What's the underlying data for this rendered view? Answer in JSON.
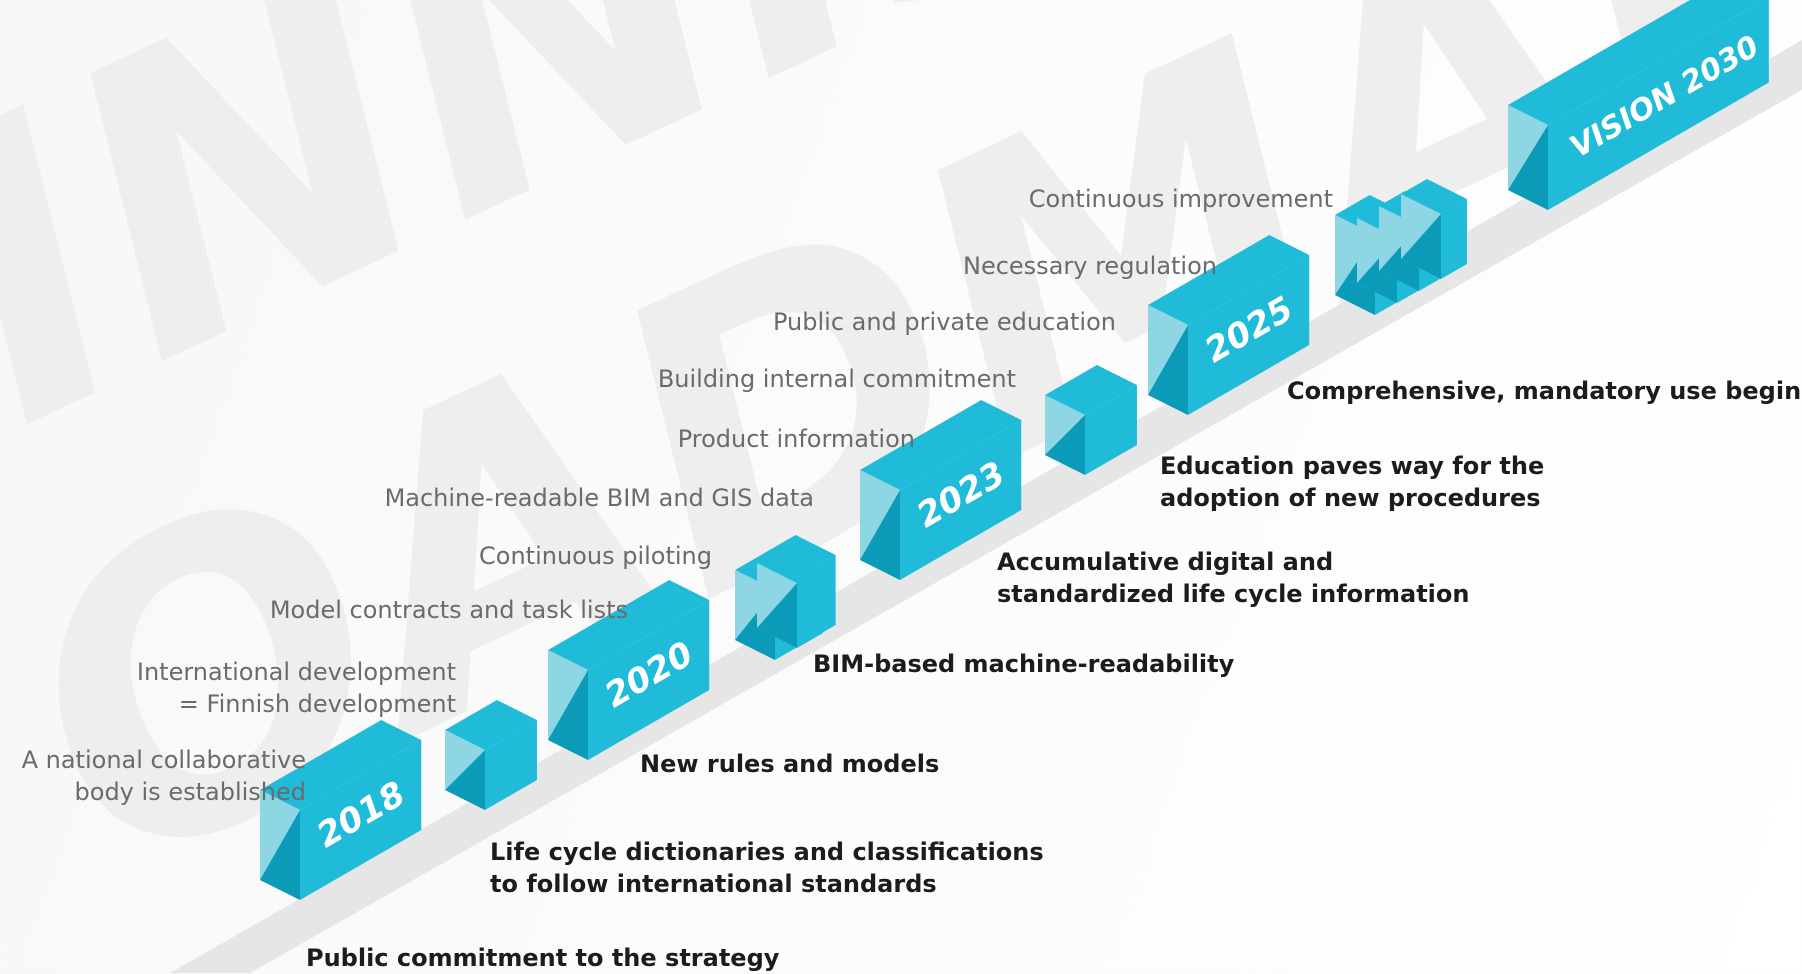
{
  "background_text": [
    "INNIS",
    "OADMAI"
  ],
  "colors": {
    "cube_top": "#1fbbd8",
    "cube_front": "#8fd6e4",
    "cube_side": "#0c9ab9",
    "track": "#e6e6e6",
    "top_label": "#6b6b6b",
    "bottom_label": "#1c1c1c"
  },
  "milestones": [
    {
      "year": "2018",
      "bottom": [
        "Public commitment to the strategy"
      ]
    },
    {
      "year": "",
      "bottom": [
        "Life cycle dictionaries and classifications",
        "to follow international standards"
      ]
    },
    {
      "year": "2020",
      "bottom": [
        "New rules and models"
      ]
    },
    {
      "year": "",
      "bottom": [
        "BIM-based machine-readability"
      ]
    },
    {
      "year": "2023",
      "bottom": [
        "Accumulative digital and",
        "standardized life cycle information"
      ]
    },
    {
      "year": "",
      "bottom": [
        "Education paves way for the",
        "adoption of new procedures"
      ]
    },
    {
      "year": "2025",
      "bottom": [
        "Comprehensive, mandatory use begins"
      ]
    },
    {
      "year": "VISION 2030",
      "bottom": []
    }
  ],
  "top_labels": [
    [
      "A national collaborative",
      "body is established"
    ],
    [
      "International development",
      "= Finnish development"
    ],
    [
      "Model contracts and task lists"
    ],
    [
      "Continuous piloting"
    ],
    [
      "Machine-readable BIM and GIS data"
    ],
    [
      "Product information"
    ],
    [
      "Building internal commitment"
    ],
    [
      "Public and private education"
    ],
    [
      "Necessary regulation"
    ],
    [
      "Continuous improvement"
    ]
  ]
}
